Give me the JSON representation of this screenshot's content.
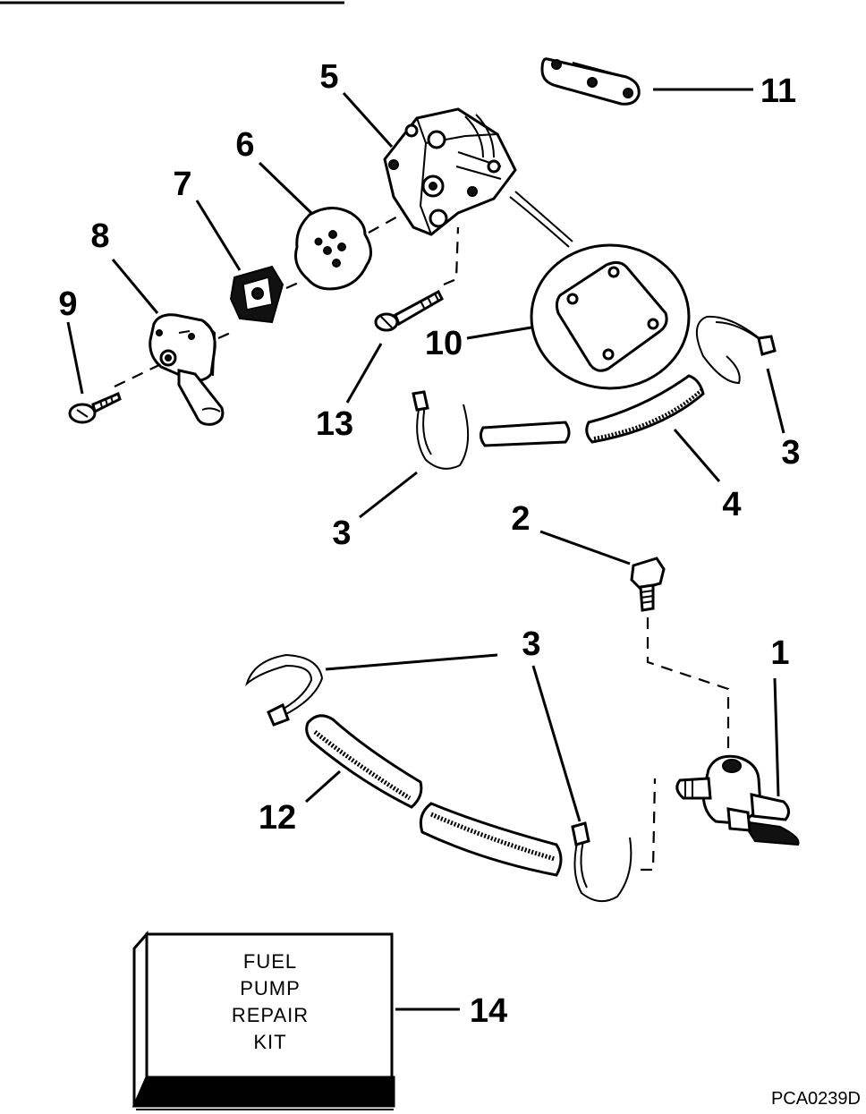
{
  "callouts": {
    "c1": "1",
    "c2": "2",
    "c3a": "3",
    "c3b": "3",
    "c3c": "3",
    "c4": "4",
    "c5": "5",
    "c6": "6",
    "c7": "7",
    "c8": "8",
    "c9": "9",
    "c10": "10",
    "c11": "11",
    "c12": "12",
    "c13": "13",
    "c14": "14"
  },
  "kit_box": {
    "line1": "FUEL",
    "line2": "PUMP",
    "line3": "REPAIR",
    "line4": "KIT"
  },
  "figure_code": "PCA0239D"
}
